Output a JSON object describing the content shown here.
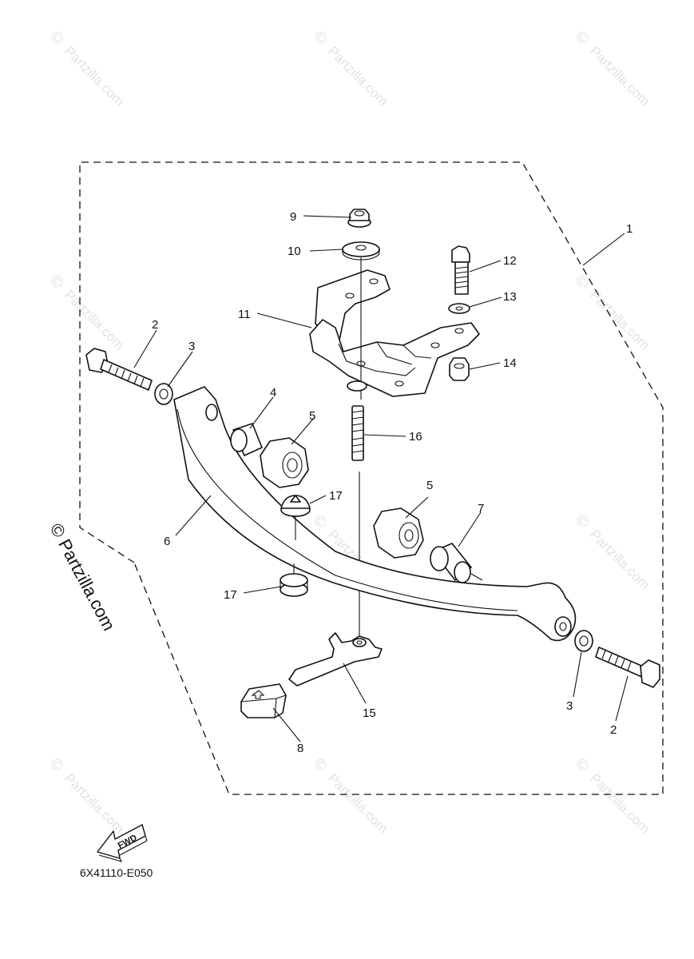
{
  "watermark": {
    "text": "Partzilla.com",
    "symbol": "©",
    "color": "#e2e2e2"
  },
  "side_watermark": {
    "text": "© Partzilla.com"
  },
  "diagram_code": "6X41110-E050",
  "fwd_arrow": {
    "label": "FWD",
    "icon": "fwd-direction-arrow-icon"
  },
  "callouts": {
    "c1": "1",
    "c2a": "2",
    "c2b": "2",
    "c3a": "3",
    "c3b": "3",
    "c4": "4",
    "c5a": "5",
    "c5b": "5",
    "c6": "6",
    "c7": "7",
    "c8": "8",
    "c9": "9",
    "c10": "10",
    "c11": "11",
    "c12": "12",
    "c13": "13",
    "c14": "14",
    "c15": "15",
    "c16": "16",
    "c17a": "17",
    "c17b": "17"
  }
}
